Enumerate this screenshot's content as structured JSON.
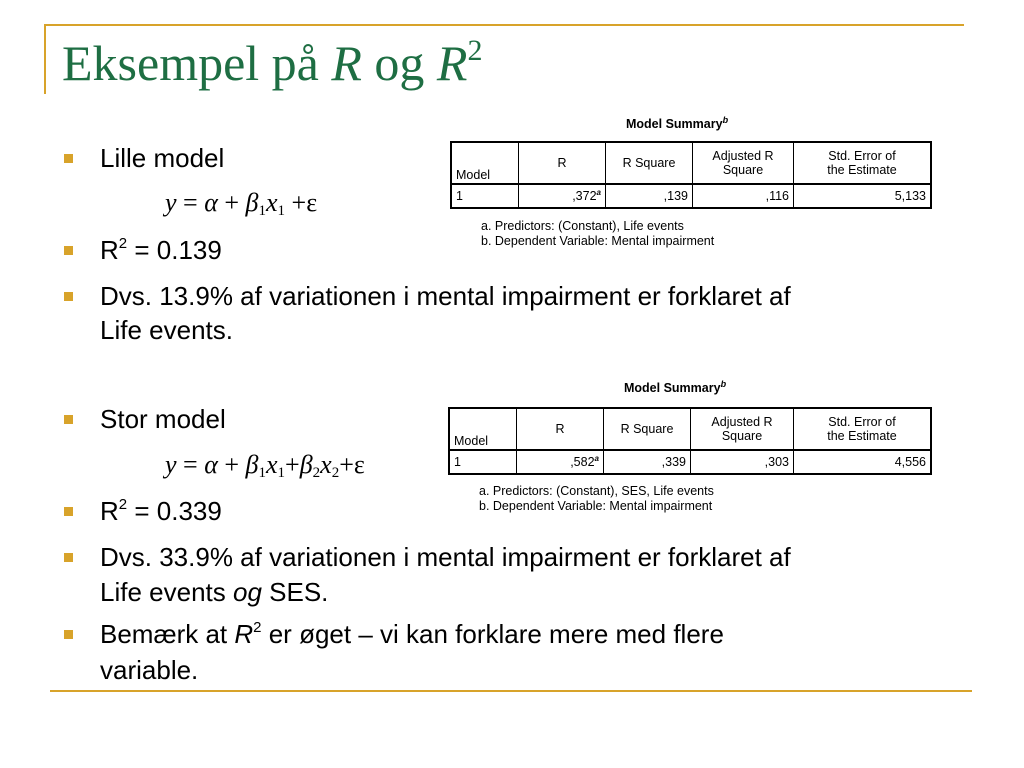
{
  "slide": {
    "title": {
      "prefix": "Eksempel på ",
      "r1": "R",
      "mid": " og ",
      "r2": "R",
      "sup": "2"
    }
  },
  "small_model": {
    "label": "Lille model",
    "equation": {
      "lhs": "y",
      "eq": " = ",
      "alpha": "α",
      "plus1": " + ",
      "beta": "β",
      "sub1": "1",
      "x": "x",
      "sub2": "1",
      "plus2": " +",
      "eps": "ε"
    },
    "r2_line": {
      "r": "R",
      "sup": "2",
      "rest": " = 0.139"
    },
    "explanation": [
      "Dvs. 13.9% af variationen i mental impairment er forklaret af",
      "Life events."
    ]
  },
  "large_model": {
    "label": "Stor model",
    "equation": {
      "lhs": "y",
      "eq": " = ",
      "alpha": "α",
      "plus1": " + ",
      "beta1": "β",
      "sub1": "1",
      "x1": "x",
      "sub2": "1",
      "plus2": "+",
      "beta2": "β",
      "sub3": "2",
      "x2": "x",
      "sub4": "2",
      "plus3": "+",
      "eps": "ε"
    },
    "r2_line": {
      "r": "R",
      "sup": "2",
      "rest": " = 0.339"
    },
    "explanation": {
      "line1": "Dvs. 33.9% af variationen i mental impairment er forklaret af",
      "line2_a": "Life events ",
      "line2_og": "og",
      "line2_b": " SES."
    }
  },
  "note": {
    "pre": "Bemærk at ",
    "r": "R",
    "sup": "2",
    "post": " er øget – vi kan forklare mere med flere",
    "line2": "variable."
  },
  "table1": {
    "title": "Model Summary",
    "title_sup": "b",
    "headers": [
      "Model",
      "R",
      "R Square",
      "Adjusted R\nSquare",
      "Std. Error of\nthe Estimate"
    ],
    "row": {
      "model": "1",
      "r": ",372",
      "r_sup": "a",
      "r_square": ",139",
      "adj_r_square": ",116",
      "std_error": "5,133"
    },
    "footnotes": [
      "a. Predictors: (Constant), Life events",
      "b. Dependent Variable: Mental impairment"
    ]
  },
  "table2": {
    "title": "Model Summary",
    "title_sup": "b",
    "headers": [
      "Model",
      "R",
      "R Square",
      "Adjusted R\nSquare",
      "Std. Error of\nthe Estimate"
    ],
    "row": {
      "model": "1",
      "r": ",582",
      "r_sup": "a",
      "r_square": ",339",
      "adj_r_square": ",303",
      "std_error": "4,556"
    },
    "footnotes": [
      "a. Predictors: (Constant), SES, Life events",
      "b. Dependent Variable: Mental impairment"
    ]
  },
  "colors": {
    "title": "#1e6e43",
    "accent": "#d8a32a"
  }
}
